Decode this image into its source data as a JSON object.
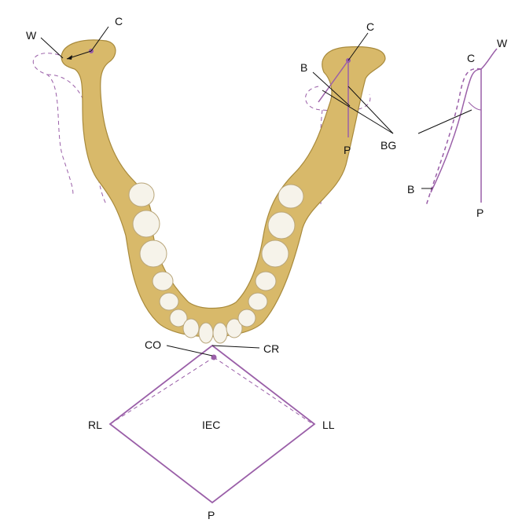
{
  "colors": {
    "bone": "#d8b96a",
    "bone_edge": "#a88a3c",
    "tooth": "#f6f3ea",
    "purple": "#9a5fa8",
    "line": "#111111"
  },
  "labels": {
    "left_w": "W",
    "left_c": "C",
    "right_c": "C",
    "right_b": "B",
    "right_bg": "BG",
    "right_p": "P",
    "inset_w": "W",
    "inset_c": "C",
    "inset_b": "B",
    "inset_p": "P",
    "co": "CO",
    "cr": "CR",
    "rl": "RL",
    "iec": "IEC",
    "ll": "LL",
    "bottom_p": "P"
  }
}
